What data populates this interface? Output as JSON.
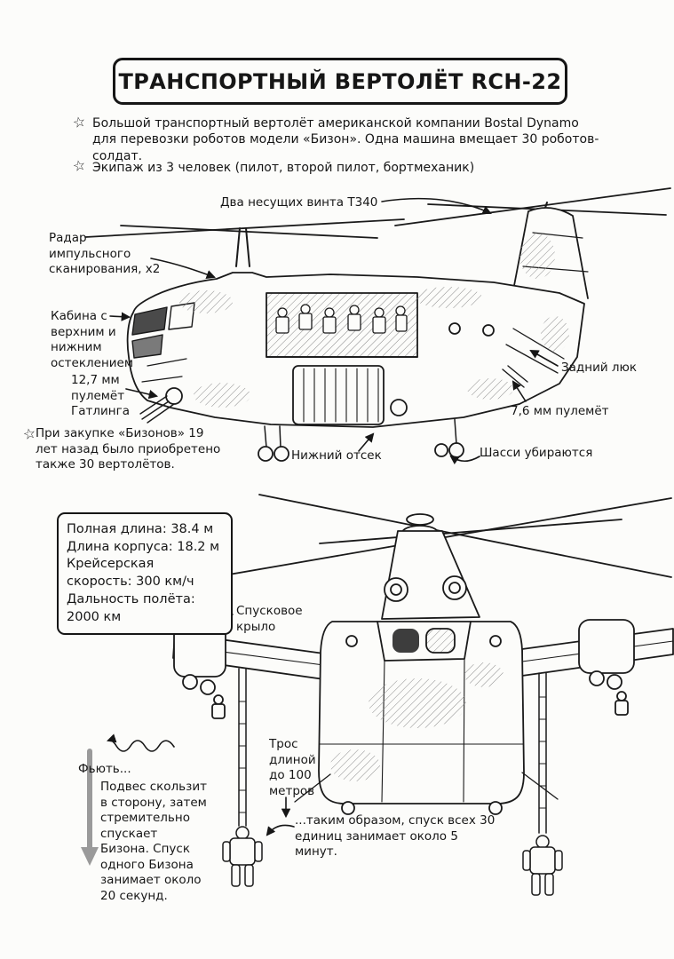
{
  "title": "ТРАНСПОРТНЫЙ ВЕРТОЛЁТ RCH-22",
  "icons": {
    "star": "☆"
  },
  "intro": {
    "bullets": [
      "Большой транспортный вертолёт американской компании Bostal Dynamo для перевозки роботов модели «Бизон». Одна машина вмещает 30 роботов-солдат.",
      "Экипаж из 3 человек (пилот, второй пилот, бортмеханик)"
    ]
  },
  "side_view": {
    "labels": {
      "rotors": "Два несущих винта Т340",
      "radar": "Радар импульсного сканирования, х2",
      "cabin": "Кабина с верхним и нижним остеклением",
      "gatling": "12,7 мм пулемёт Гатлинга",
      "rear_hatch": "Задний люк",
      "rear_gun": "7,6 мм пулемёт",
      "lower_bay": "Нижний отсек",
      "landing_gear": "Шасси убираются"
    },
    "note": "При закупке «Бизонов» 19 лет назад было приобретено также 30 вертолётов."
  },
  "specs": {
    "lines": [
      "Полная длина: 38.4 м",
      "Длина корпуса: 18.2 м",
      "Крейсерская скорость: 300 км/ч",
      "Дальность полёта: 2000 км"
    ]
  },
  "front_view": {
    "labels": {
      "wing": "Спусковое крыло",
      "cable": "Трос длиной до 100 метров",
      "whistle": "Фьють...",
      "descent": "Подвес скользит в сторону, затем стремительно спускает Бизона. Спуск одного Бизона занимает около 20 секунд.",
      "total": "...таким образом, спуск всех 30 единиц занимает около 5 минут."
    }
  }
}
